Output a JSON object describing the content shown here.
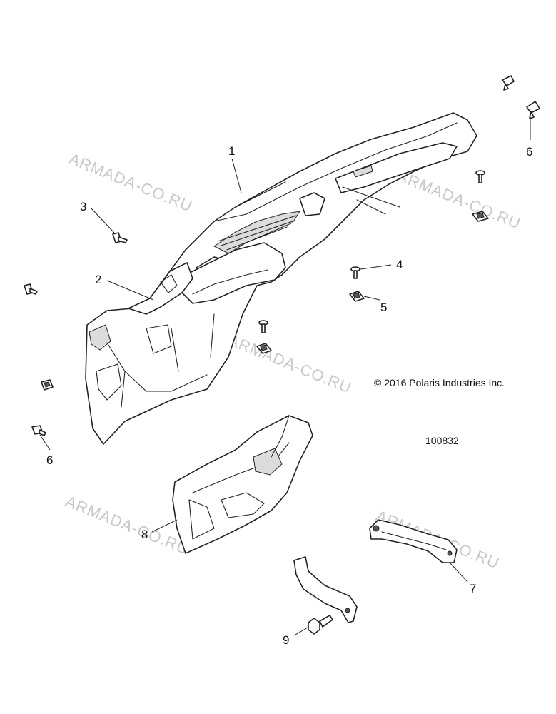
{
  "watermark": "ARMADA-CO.RU",
  "copyright": "© 2016 Polaris Industries Inc.",
  "figure_id": "100832",
  "callouts": [
    "1",
    "2",
    "3",
    "4",
    "5",
    "6",
    "6",
    "7",
    "8",
    "9"
  ]
}
